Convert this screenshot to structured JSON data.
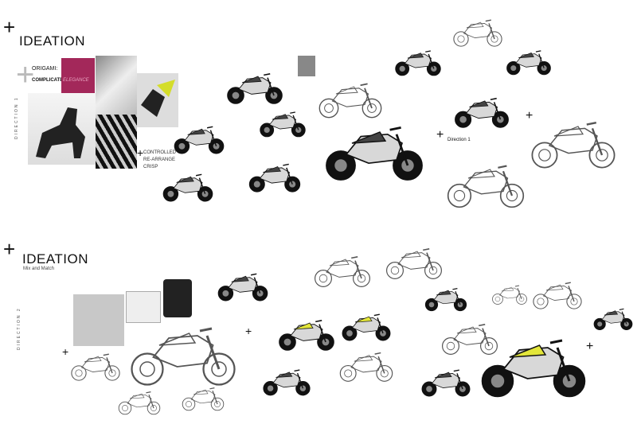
{
  "section1": {
    "title": "IDEATION",
    "direction_label": "DIRECTION 1",
    "origami_label": "ORIGAMI:",
    "complicated_label": "COMPLICATED",
    "elegance_label": "ELEGANCE",
    "notes": [
      "CONTROLLED",
      "RE-ARRANGE",
      "CRISP"
    ],
    "sketch_label": "Direction 1"
  },
  "section2": {
    "title": "IDEATION",
    "subtitle": "Mix and Match",
    "direction_label": "DIRECTION 2"
  },
  "colors": {
    "accent_magenta": "#a3285a",
    "accent_yellow": "#e3e63a"
  }
}
